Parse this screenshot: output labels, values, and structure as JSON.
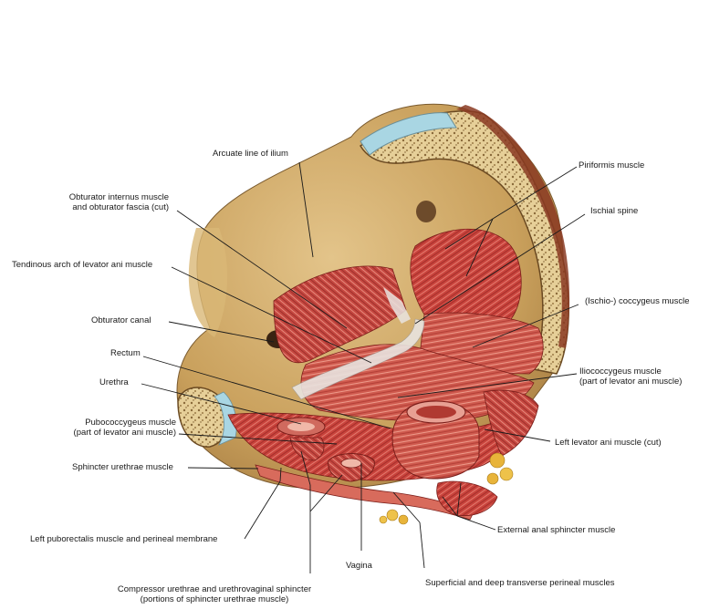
{
  "labels": {
    "arcuate_line": "Arcuate line of ilium",
    "obturator_internus_1": "Obturator internus muscle",
    "obturator_internus_2": "and obturator fascia (cut)",
    "tendinous_arch": "Tendinous arch of levator ani muscle",
    "obturator_canal": "Obturator canal",
    "rectum": "Rectum",
    "urethra": "Urethra",
    "pubococcygeus_1": "Pubococcygeus muscle",
    "pubococcygeus_2": "(part of levator ani muscle)",
    "sphincter_urethrae": "Sphincter urethrae muscle",
    "left_puborectalis": "Left puborectalis muscle and perineal membrane",
    "compressor_1": "Compressor urethrae and urethrovaginal sphincter",
    "compressor_2": "(portions of sphincter urethrae muscle)",
    "vagina": "Vagina",
    "transverse_perineal": "Superficial and deep transverse perineal muscles",
    "external_anal": "External anal sphincter muscle",
    "left_levator_cut": "Left levator ani muscle (cut)",
    "iliococcygeus_1": "Iliococcygeus muscle",
    "iliococcygeus_2": "(part of levator ani muscle)",
    "coccygeus": "(Ischio-) coccygeus muscle",
    "ischial_spine": "Ischial spine",
    "piriformis": "Piriformis muscle"
  }
}
